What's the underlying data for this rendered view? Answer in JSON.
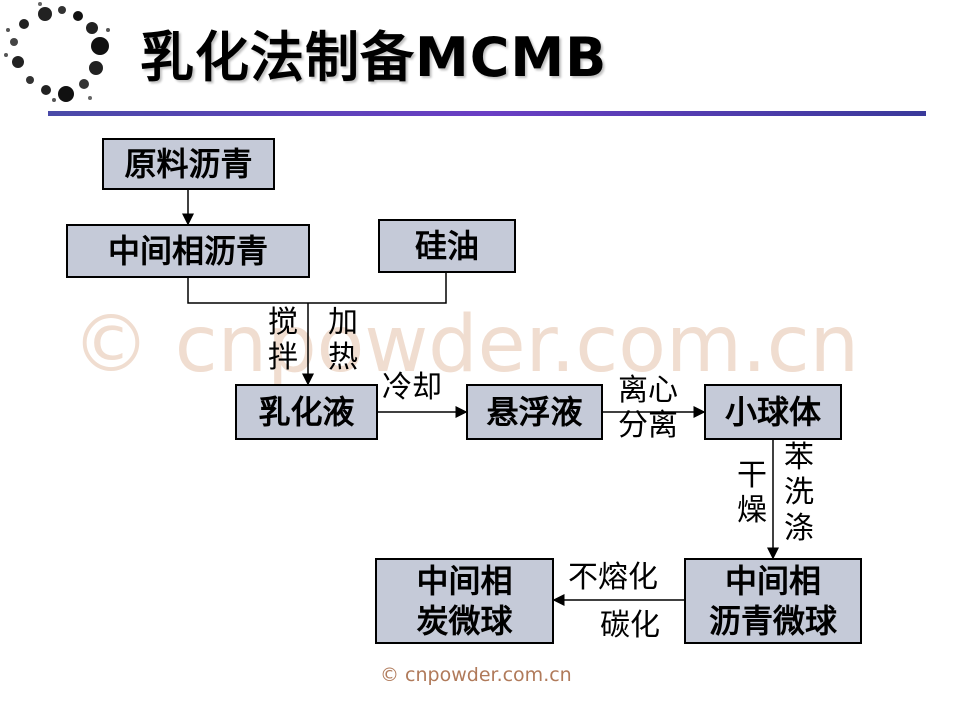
{
  "title": "乳化法制备MCMB",
  "watermark": "© cnpowder.com.cn",
  "footer": "© cnpowder.com.cn",
  "boxes": {
    "pitch": "原料沥青",
    "mesophase_pitch": "中间相沥青",
    "silicone_oil": "硅油",
    "emulsion": "乳化液",
    "suspension": "悬浮液",
    "spherules": "小球体",
    "mesophase_microbeads": "中间相\n沥青微球",
    "carbon_microbeads": "中间相\n炭微球"
  },
  "labels": {
    "stir": "搅\n拌",
    "heat": "加\n热",
    "cool": "冷却",
    "centrifuge": "离心\n分离",
    "dry": "干\n燥",
    "benzene_wash": "苯\n洗\n涤",
    "infusible": "不熔化",
    "carbonize": "碳化"
  },
  "colors": {
    "box_fill": "#c5cad8",
    "rule_start": "#4a4aa8",
    "rule_end": "#3a3a9a",
    "watermark": "#f0ddd0",
    "footer": "#b07a5a"
  }
}
